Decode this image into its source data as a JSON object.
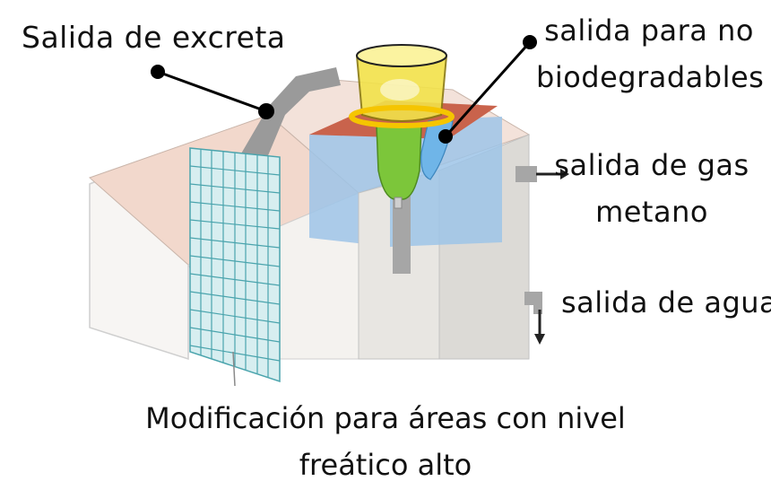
{
  "labels": {
    "excreta": "Salida de excreta",
    "no_biodegradables_line1": "salida para no",
    "no_biodegradables_line2": "biodegradables",
    "gas_line1": "salida de gas",
    "gas_line2": "metano",
    "agua": "salida de agua"
  },
  "caption": {
    "line1": "Modificación para áreas con nivel",
    "line2": "freático alto"
  },
  "colors": {
    "roof": "#f2d8cc",
    "grid": "#7fc8cf",
    "blue_chamber": "#9ec4e8",
    "red_top": "#c9634c",
    "yellow_cup": "#f2e24a",
    "green_bottle": "#7cc63a",
    "pipe_gray": "#9a9a9a",
    "box_gray": "#e8e6e2"
  }
}
